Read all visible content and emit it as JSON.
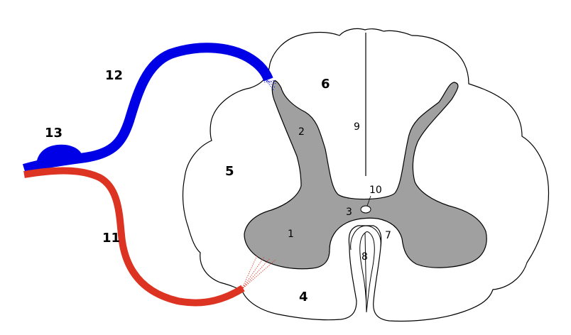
{
  "labels": {
    "gray_matter_body": "1",
    "dorsal_horn": "2",
    "gray_commissure": "3",
    "ventral_funiculus": "4",
    "lateral_funiculus": "5",
    "dorsal_funiculus": "6",
    "ventral_median_fissure": "7",
    "ventral_median_fissure_lower": "8",
    "dorsal_median_septum": "9",
    "central_canal": "10",
    "ventral_root": "11",
    "dorsal_root": "12",
    "dorsal_root_ganglion": "13"
  },
  "colors": {
    "white_matter": "#ffffff",
    "gray_matter": "#a0a0a0",
    "outline": "#000000",
    "dorsal_root": "#0000e6",
    "ventral_root": "#dd3322"
  }
}
